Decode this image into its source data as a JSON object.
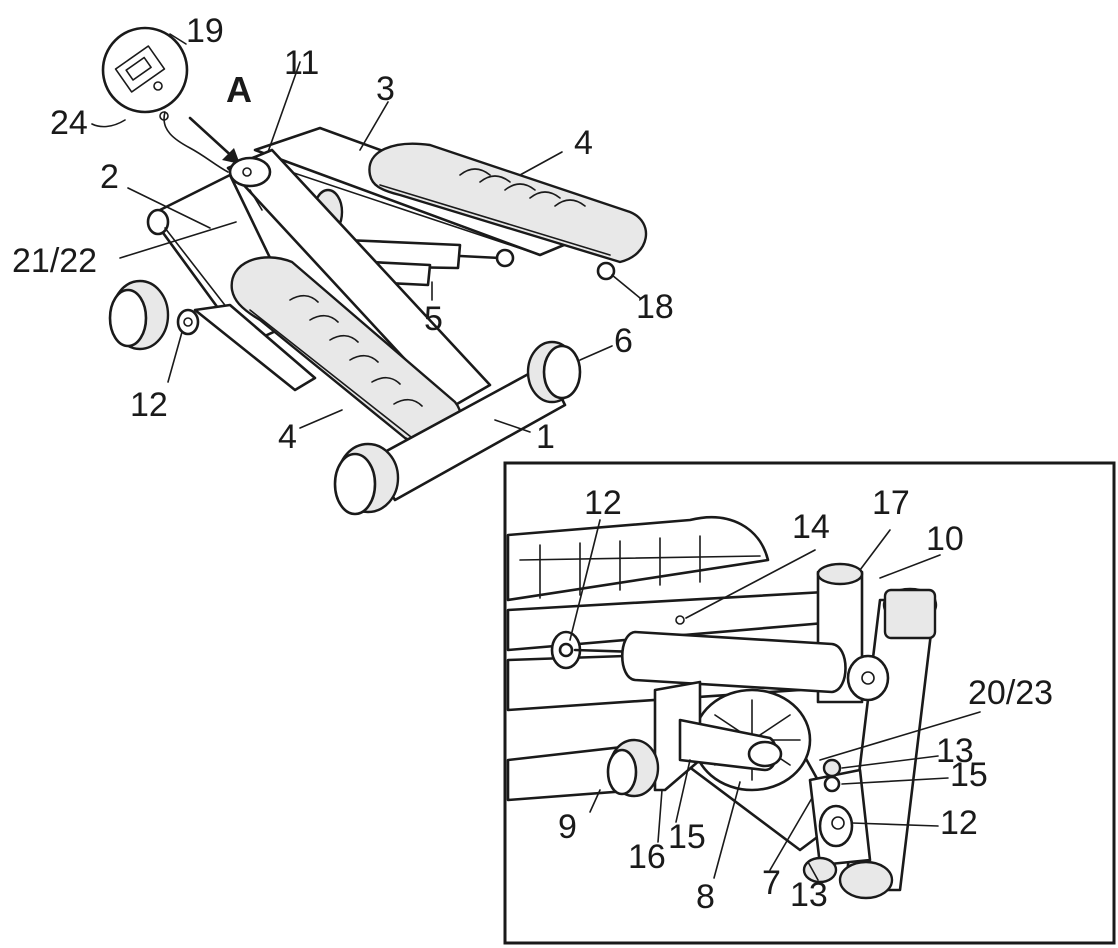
{
  "labels": {
    "l19": "19",
    "l24": "24",
    "lA": "A",
    "l11": "11",
    "l3": "3",
    "l4a": "4",
    "l2": "2",
    "l2122": "21/22",
    "l5": "5",
    "l18": "18",
    "l6": "6",
    "l12a": "12",
    "l4b": "4",
    "l1": "1",
    "d12a": "12",
    "d14": "14",
    "d17": "17",
    "d10": "10",
    "d2023": "20/23",
    "d13a": "13",
    "d15a": "15",
    "d12b": "12",
    "d9": "9",
    "d16": "16",
    "d15b": "15",
    "d8": "8",
    "d7": "7",
    "d13b": "13"
  }
}
